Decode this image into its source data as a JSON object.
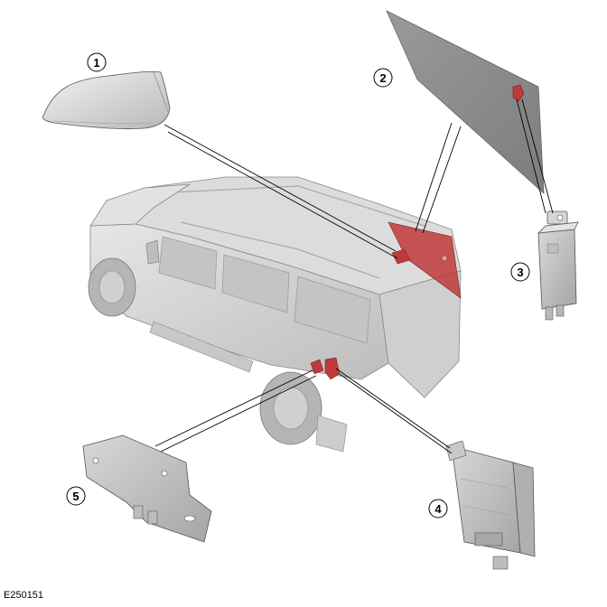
{
  "figure_code": "E250151",
  "callouts": {
    "c1": "1",
    "c2": "2",
    "c3": "3",
    "c4": "4",
    "c5": "5"
  },
  "colors": {
    "highlight": "#c0393b",
    "part_fill": "#cfcfcf",
    "part_shadow": "#a9a9a9",
    "vehicle_fill": "#d4d4d4",
    "line": "#000000"
  }
}
